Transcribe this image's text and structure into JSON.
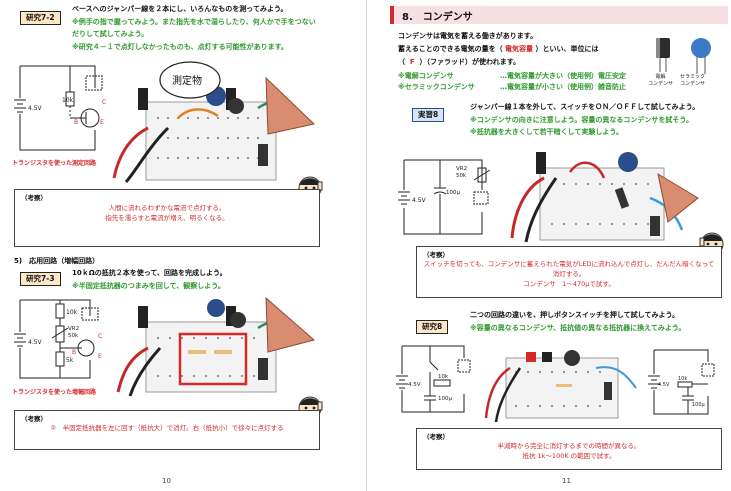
{
  "left": {
    "exp72": {
      "tag": "研究7-2",
      "line1": "ベースへのジャンパー線を２本にし、いろんなものを測ってみよう。",
      "line2": "※例手の指で握ってみよう。また指先を水で湿らしたり、何人かで手をつない",
      "line3": "だりして試してみよう。",
      "line4": "※研究４－１で点灯しなかったものも、点灯する可能性があります。",
      "bubble": "測定物",
      "circuit_caption": "トランジスタを使った測定回路",
      "battery": "4.5V",
      "resistor": "10k",
      "pin_c": "C",
      "pin_b": "B",
      "pin_e": "E"
    },
    "note1": {
      "head": "（考察）",
      "line1": "人間に流れるわずかな電流で点灯する。",
      "line2": "指先を濡らすと電流が増え、明るくなる。"
    },
    "app": {
      "heading": "5)　応用回路（増幅回路）",
      "tag": "研究7-3",
      "line1": "10ｋΩの抵抗２本を使って、回路を完成しよう。",
      "line2": "※半固定抵抗器のつまみを回して、観察しよう。",
      "circuit_caption": "トランジスタを使った増幅回路",
      "battery": "4.5V",
      "r1": "10k",
      "vr": "VR2",
      "vr_val": "50k",
      "r2": "5k"
    },
    "note2": {
      "head": "（考察）",
      "line1": "②　半固定抵抗器を左に回す（抵抗大）で消灯。右（抵抗小）で徐々に点灯する"
    },
    "page_number": "10"
  },
  "right": {
    "section_title": "8.　コンデンサ",
    "intro1": "コンデンサは電気を蓄える働きがあります。",
    "intro2_a": "蓄えることのできる電気の量を（",
    "intro2_b": "電気容量",
    "intro2_c": "）といい、単位には",
    "intro3_a": "（",
    "intro3_b": "F",
    "intro3_c": "）（ファラッド）が使われます。",
    "type1_name": "※電解コンデンサ",
    "type1_desc": "…電気容量が大きい（使用例）電圧安定",
    "type2_name": "※セラミックコンデンサ",
    "type2_desc": "…電気容量が小さい（使用例）雑音防止",
    "icon1_label": "電解\nコンデンサ",
    "icon2_label": "セラミック\nコンデンサ",
    "exp8": {
      "tag": "実習8",
      "line1": "ジャンパー線１本を外して、スイッチをＯＮ／ＯＦＦして試してみよう。",
      "line2": "※コンデンサの向きに注意しよう。容量の異なるコンデンサを試そう。",
      "line3": "※抵抗器を大きくして若干暗くして実験しよう。",
      "battery": "4.5V",
      "cap": "100μ",
      "vr": "VR2",
      "vr_val": "50k"
    },
    "note3": {
      "head": "（考察）",
      "line1": "スイッチを切っても、コンデンサに蓄えられた電気がLEDに流れ込んで点灯し、だんだん暗くなって",
      "line2": "消灯する。",
      "line3": "コンデンサ　1～470μで試す。"
    },
    "study8": {
      "tag": "研究8",
      "line1": "二つの回路の違いを、押しボタンスイッチを押して試してみよう。",
      "line2": "※容量の異なるコンデンサ、抵抗値の異なる抵抗器に換えてみよう。",
      "battery": "4.5V",
      "r": "10k",
      "cap": "100μ"
    },
    "note4": {
      "head": "（考察）",
      "line1": "半減時から完全に消灯するまでの時間が異なる。",
      "line2": "抵抗 1k～100K の範囲で試す。"
    },
    "page_number": "11"
  },
  "colors": {
    "accent_red": "#d42a2a",
    "accent_green": "#2f9a2f",
    "section_bg": "#f8dfe3",
    "tag_orange": "#fde7c6",
    "tag_blue": "#d5e4f7"
  }
}
